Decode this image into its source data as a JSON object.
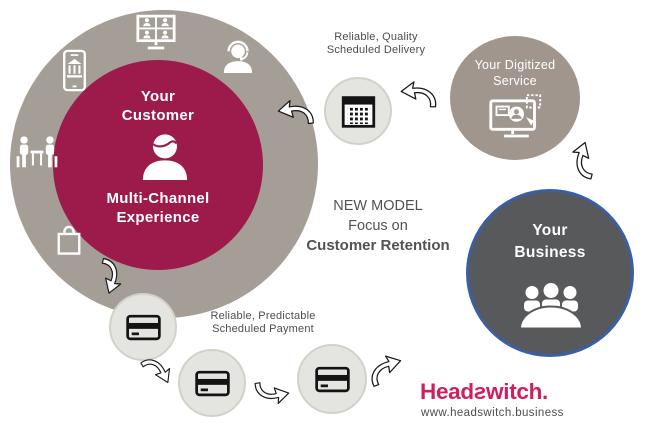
{
  "customer_circle": {
    "title": [
      "Your",
      "Customer"
    ],
    "subtitle": [
      "Multi-Channel",
      "Experience"
    ]
  },
  "delivery_label": {
    "line1": "Reliable, Quality",
    "line2": "Scheduled Delivery"
  },
  "digitized_circle": {
    "line1": "Your Digitized",
    "line2": "Service"
  },
  "business_circle": {
    "line1": "Your",
    "line2": "Business"
  },
  "center_message": {
    "line1": "NEW MODEL",
    "line2": "Focus on",
    "line3": "Customer Retention"
  },
  "payment_label": {
    "line1": "Reliable, Predictable",
    "line2": "Scheduled Payment"
  },
  "brand": {
    "prefix": "Head",
    "stylized_s": "s",
    "suffix": "witch.",
    "full_name": "Headswitch.",
    "website": "www.headswitch.business"
  },
  "icons": {
    "ring": [
      "video-call-icon",
      "support-headset-icon",
      "mobile-banking-icon",
      "meeting-table-icon",
      "shopping-bag-icon"
    ],
    "circles": [
      "customer-person-icon",
      "digitized-service-monitor-icon",
      "business-meeting-icon"
    ],
    "nodes": [
      "calendar-icon",
      "credit-card-icon"
    ],
    "arrows": 7
  },
  "colors": {
    "ring_taupe": "#a59e96",
    "customer_maroon": "#9c1b4b",
    "digitized_taupe": "#a0968e",
    "business_gray": "#58595b",
    "business_border_blue": "#3a5fa5",
    "node_fill": "#e4e4e0",
    "node_border": "#d2d2c9",
    "brand_pink": "#ce2060",
    "label_gray": "#4d4d4d",
    "icon_black": "#141414"
  }
}
